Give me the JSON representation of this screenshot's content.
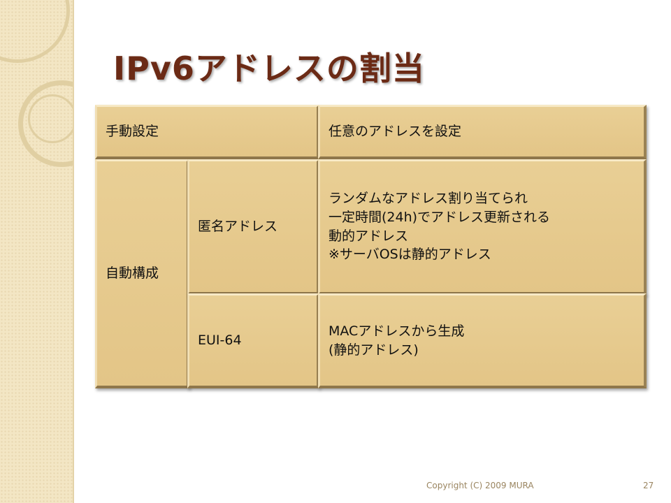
{
  "slide": {
    "title": "IPv6アドレスの割当",
    "table": {
      "manual": {
        "label": "手動設定",
        "desc": "任意のアドレスを設定"
      },
      "auto": {
        "label": "自動構成",
        "anonymous": {
          "label": "匿名アドレス",
          "desc": "ランダムなアドレス割り当てられ\n一定時間(24h)でアドレス更新される\n動的アドレス\n※サーバOSは静的アドレス"
        },
        "eui64": {
          "label": "EUI-64",
          "desc": "MACアドレスから生成\n(静的アドレス)"
        }
      }
    },
    "footer": {
      "copyright": "Copyright (C) 2009 MURA",
      "page_number": "27"
    }
  },
  "colors": {
    "title": "#6b2a15",
    "cell_fill": "#e6c98c",
    "sidebar": "#f3e6c4"
  }
}
